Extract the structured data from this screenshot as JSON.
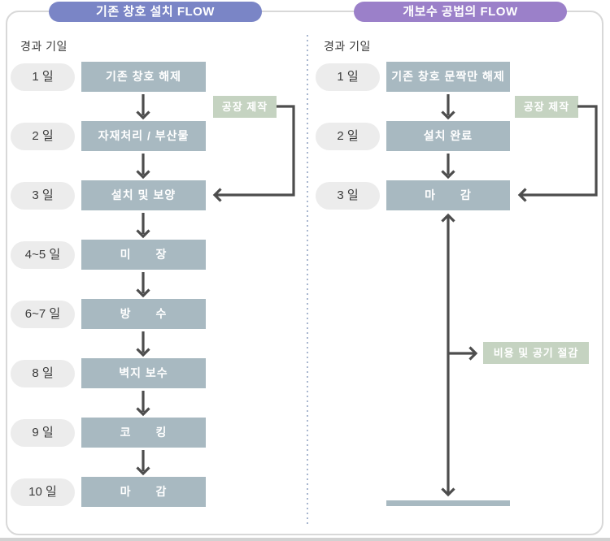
{
  "left_panel": {
    "title": "기존 창호 설치 FLOW",
    "elapsed_label": "경과 기일",
    "factory_label": "공장 제작",
    "steps": [
      {
        "day": "1 일",
        "label": "기존 창호 해제"
      },
      {
        "day": "2 일",
        "label": "자재처리 / 부산물"
      },
      {
        "day": "3 일",
        "label": "설치 및 보양"
      },
      {
        "day": "4~5 일",
        "label": "미　　장"
      },
      {
        "day": "6~7 일",
        "label": "방　　수"
      },
      {
        "day": "8 일",
        "label": "벽지 보수"
      },
      {
        "day": "9 일",
        "label": "코　　킹"
      },
      {
        "day": "10 일",
        "label": "마　　감"
      }
    ]
  },
  "right_panel": {
    "title": "개보수 공법의 FLOW",
    "elapsed_label": "경과 기일",
    "factory_label": "공장 제작",
    "benefit_label": "비용 및 공기 절감",
    "steps": [
      {
        "day": "1 일",
        "label": "기존 창호 문짝만 해제"
      },
      {
        "day": "2 일",
        "label": "설치 완료"
      },
      {
        "day": "3 일",
        "label": "마　　감"
      }
    ]
  },
  "colors": {
    "title_left": "#7a85c6",
    "title_right": "#9b80c9",
    "step_box": "#a8b9c1",
    "green_box": "#c5d3c1",
    "day_pill": "#ececec",
    "arrow": "#4d4d4d",
    "card_border": "#d8d8d8",
    "divider": "#a8b6cf"
  }
}
